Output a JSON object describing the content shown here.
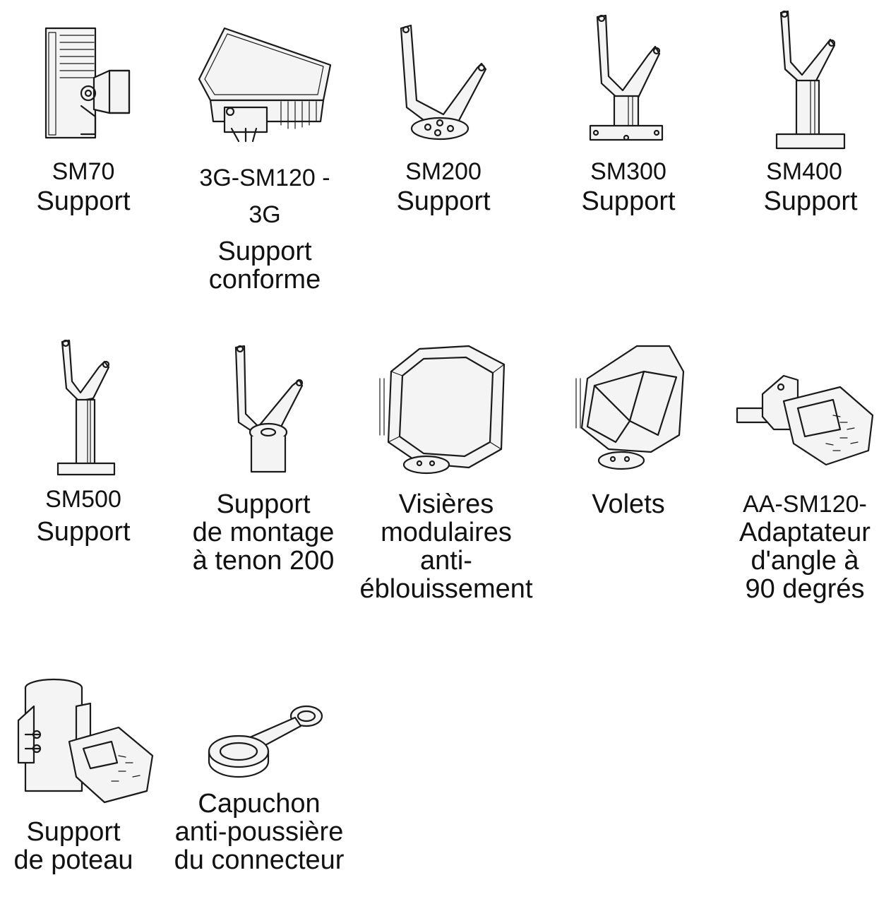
{
  "items": [
    {
      "code": "SM70",
      "label": "Support",
      "icon": "sm70-bracket-icon"
    },
    {
      "code": "3G-SM120 - 3G",
      "label": "Support conforme",
      "icon": "sm120-3g-bracket-icon"
    },
    {
      "code": "SM200",
      "label": "Support",
      "icon": "sm200-bracket-icon"
    },
    {
      "code": "SM300",
      "label": "Support",
      "icon": "sm300-bracket-icon"
    },
    {
      "code": "SM400",
      "label": "Support",
      "icon": "sm400-bracket-icon"
    },
    {
      "code": "SM500",
      "label": "Support",
      "icon": "sm500-bracket-icon"
    },
    {
      "lines": [
        "Support",
        "de montage",
        "à tenon 200"
      ],
      "icon": "tenon-mount-icon"
    },
    {
      "lines": [
        "Visières",
        "modulaires",
        "anti-",
        "éblouissement"
      ],
      "icon": "glare-visor-icon"
    },
    {
      "lines": [
        "Volets"
      ],
      "icon": "shutters-icon"
    },
    {
      "lines": [
        "AA-SM120-",
        "Adaptateur",
        "d'angle à",
        "90 degrés"
      ],
      "icon": "angle-adapter-icon"
    },
    {
      "lines": [
        "Support",
        "de poteau"
      ],
      "icon": "pole-mount-icon"
    },
    {
      "lines": [
        "Capuchon",
        "anti-poussière",
        "du connecteur"
      ],
      "icon": "dust-cap-icon"
    }
  ]
}
